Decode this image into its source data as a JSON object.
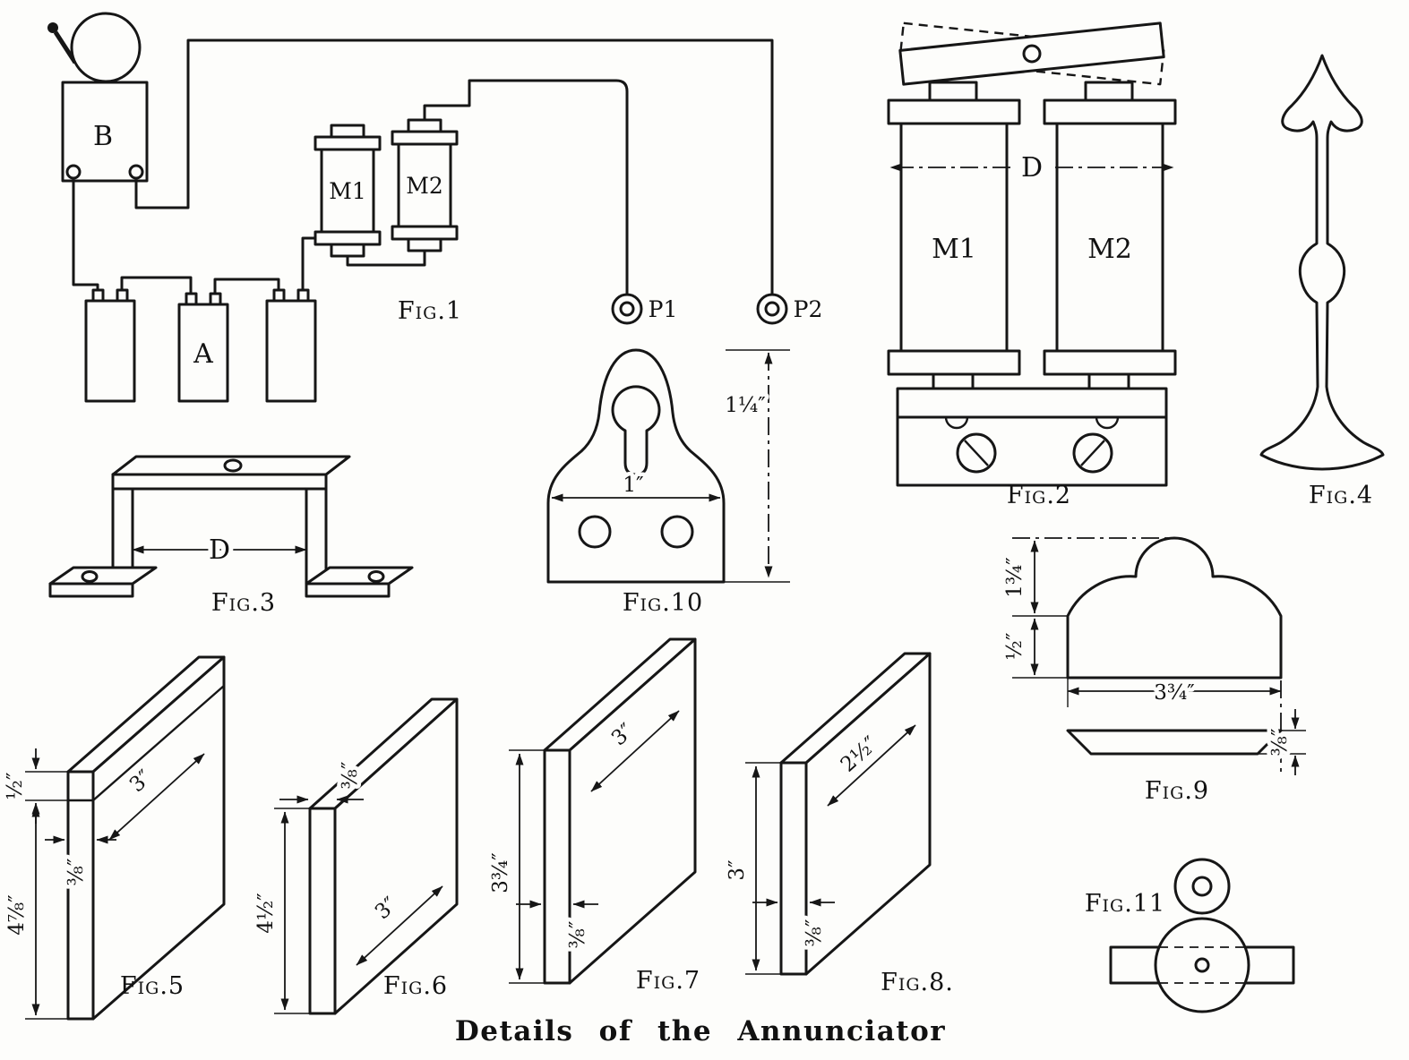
{
  "caption": "Details of the Annunciator",
  "fig1": {
    "label": "Fig.1",
    "bell": "B",
    "battery": "A",
    "m1": "M1",
    "m2": "M2",
    "p1": "P1",
    "p2": "P2"
  },
  "fig2": {
    "label": "Fig.2",
    "m1": "M1",
    "m2": "M2",
    "dim": "D"
  },
  "fig3": {
    "label": "Fig.3",
    "dim": "D"
  },
  "fig4": {
    "label": "Fig.4"
  },
  "fig5": {
    "label": "Fig.5",
    "notch": "½″",
    "height": "4⅞″",
    "thickness": "⅜″",
    "face": "3″"
  },
  "fig6": {
    "label": "Fig.6",
    "height": "4½″",
    "thickness": "⅜″",
    "face": "3″"
  },
  "fig7": {
    "label": "Fig.7",
    "height": "3¾″",
    "thickness": "⅜″",
    "face": "3″"
  },
  "fig8": {
    "label": "Fig.8.",
    "height": "3″",
    "thickness": "⅜″",
    "face": "2½″"
  },
  "fig9": {
    "label": "Fig.9",
    "upper": "1¾″",
    "lower": "½″",
    "width": "3¾″",
    "strip": "⅜″"
  },
  "fig10": {
    "label": "Fig.10",
    "width": "1″",
    "height": "1¼″"
  },
  "fig11": {
    "label": "Fig.11"
  }
}
